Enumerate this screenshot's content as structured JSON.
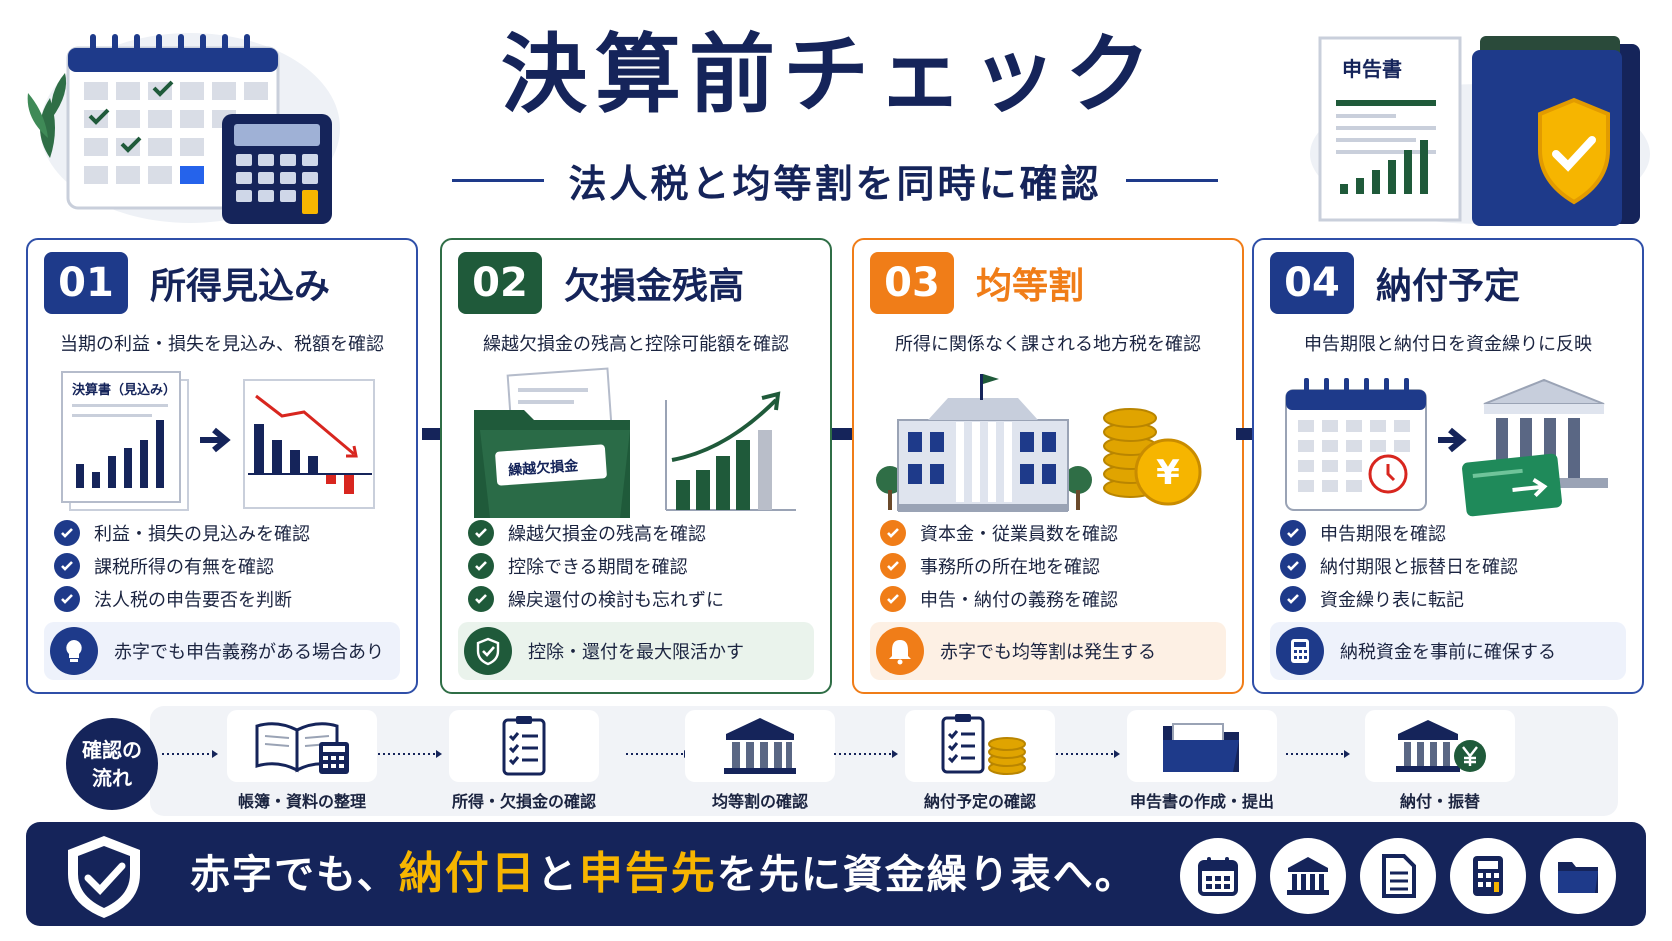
{
  "header": {
    "title": "決算前チェック",
    "subtitle": "法人税と均等割を同時に確認",
    "doc_label": "申告書"
  },
  "colors": {
    "navy": "#15245a",
    "blue": "#1e3a8a",
    "green": "#1f5a3a",
    "orange": "#f07d18",
    "gold": "#f6b500"
  },
  "cards": [
    {
      "num": "01",
      "title": "所得見込み",
      "sub": "当期の利益・損失を見込み、税額を確認",
      "illus_label": "決算書（見込み）",
      "checks": [
        "利益・損失の見込みを確認",
        "課税所得の有無を確認",
        "法人税の申告要否を判断"
      ],
      "tip": "赤字でも申告義務がある場合あり",
      "tip_icon": "lightbulb-icon"
    },
    {
      "num": "02",
      "title": "欠損金残高",
      "sub": "繰越欠損金の残高と控除可能額を確認",
      "illus_label": "繰越欠損金",
      "checks": [
        "繰越欠損金の残高を確認",
        "控除できる期間を確認",
        "繰戻還付の検討も忘れずに"
      ],
      "tip": "控除・還付を最大限活かす",
      "tip_icon": "shield-check-icon"
    },
    {
      "num": "03",
      "title": "均等割",
      "sub": "所得に関係なく課される地方税を確認",
      "illus_label": "¥",
      "checks": [
        "資本金・従業員数を確認",
        "事務所の所在地を確認",
        "申告・納付の義務を確認"
      ],
      "tip": "赤字でも均等割は発生する",
      "tip_icon": "bell-icon"
    },
    {
      "num": "04",
      "title": "納付予定",
      "sub": "申告期限と納付日を資金繰りに反映",
      "illus_label": "",
      "checks": [
        "申告期限を確認",
        "納付期限と振替日を確認",
        "資金繰り表に転記"
      ],
      "tip": "納税資金を事前に確保する",
      "tip_icon": "calculator-icon"
    }
  ],
  "flow": {
    "badge_line1": "確認の",
    "badge_line2": "流れ",
    "steps": [
      {
        "label": "帳簿・資料の整理",
        "icon": "book-calculator-icon"
      },
      {
        "label": "所得・欠損金の確認",
        "icon": "clipboard-icon"
      },
      {
        "label": "均等割の確認",
        "icon": "building-icon"
      },
      {
        "label": "納付予定の確認",
        "icon": "checklist-coins-icon"
      },
      {
        "label": "申告書の作成・提出",
        "icon": "folder-icon"
      },
      {
        "label": "納付・振替",
        "icon": "bank-yen-icon"
      }
    ]
  },
  "banner": {
    "part1": "赤字でも、",
    "hl1": "納付日",
    "part2": "と",
    "hl2": "申告先",
    "part3": "を先に資金繰り表へ。",
    "icons": [
      "calendar-icon",
      "bank-icon",
      "document-icon",
      "calculator-icon",
      "folder-icon"
    ]
  }
}
